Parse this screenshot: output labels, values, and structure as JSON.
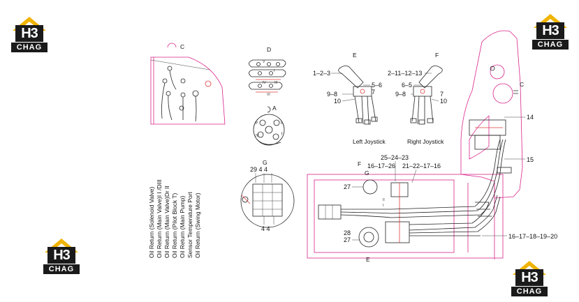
{
  "logos": [
    {
      "mark": "H3",
      "brand": "CHAG"
    },
    {
      "mark": "H3",
      "brand": "CHAG"
    },
    {
      "mark": "H3",
      "brand": "CHAG"
    },
    {
      "mark": "H3",
      "brand": "CHAG"
    }
  ],
  "views": {
    "c_left": "C",
    "d": "D",
    "a": "A",
    "g": "G",
    "e": "E",
    "f": "F",
    "c_right": "C",
    "f_mid": "F",
    "g_mid": "G",
    "e_bottom": "E"
  },
  "joysticks": {
    "left_title": "Left Joystick",
    "right_title": "Right Joystick",
    "left": {
      "top": "1–2–3",
      "mid": "5–6",
      "lower_left": "9–8",
      "lower_right": "7",
      "bottom": "10"
    },
    "right": {
      "top": "2–11–12–13",
      "mid": "6–5",
      "lower_left": "9–8",
      "lower_right": "7",
      "bottom": "10"
    }
  },
  "view_g": {
    "top": "29  4  4",
    "bottom": "4   4"
  },
  "callouts": {
    "n14": "14",
    "n15": "15",
    "n25_24_23": "25–24–23",
    "n16_17_26": "16–17–26",
    "n21_22_17_16": "21–22–17–16",
    "n27_top": "27",
    "n28": "28",
    "n27_bottom": "27",
    "n16_20": "16–17–18–19–20"
  },
  "port_labels": {
    "roman_1": "I",
    "roman_2": "II",
    "roman_3": "III",
    "roman_4": "IV",
    "roman_5": "V",
    "roman_6": "VI",
    "port_p": "P",
    "port_t": "T",
    "main_1": "I",
    "main_2": "II"
  },
  "legend": [
    "Oil Return (Solenoid Valve)",
    "Oil Return (Main Valve)I I /DIII",
    "Oil Return (Main Valve)Dr II",
    "Oil Return (Pilot Block T)",
    "Oil Return (Main Pump)",
    "Sensor Temperature Port",
    "Oil Return (Swing Motor)"
  ],
  "colors": {
    "outline": "#d8238a",
    "accent": "#e23b3b",
    "logo_gold": "#f0b400",
    "logo_dark": "#1a1a1a"
  }
}
